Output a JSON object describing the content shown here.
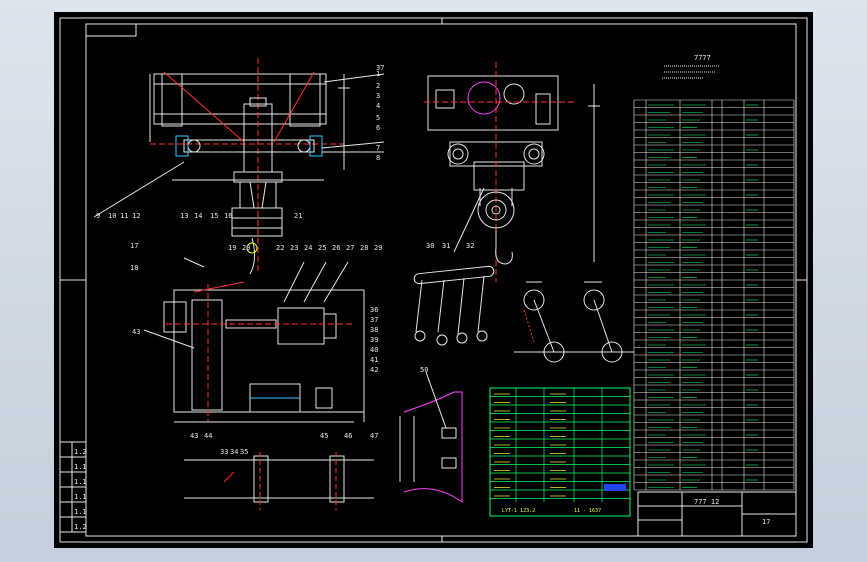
{
  "drawing": {
    "top_view_labels": [
      "37",
      "1",
      "2",
      "3",
      "4",
      "5",
      "6",
      "7",
      "8"
    ],
    "left_view_labels": [
      "9",
      "10",
      "11",
      "12",
      "13",
      "14",
      "15",
      "16",
      "21"
    ],
    "right_view_labels": [
      "30",
      "31",
      "32"
    ],
    "lower_view_labels": [
      "17",
      "18",
      "19",
      "20",
      "22",
      "23",
      "24",
      "25",
      "26",
      "27",
      "28",
      "29"
    ],
    "lower_side_labels": [
      "36",
      "37",
      "38",
      "39",
      "40",
      "41",
      "42",
      "43",
      "44",
      "45",
      "46",
      "47"
    ],
    "bottom_labels": [
      "33",
      "34",
      "35"
    ],
    "detail_label": "50",
    "left_block_label": "43",
    "note_symbols": "7777",
    "title_block": {
      "footer_left": "LYT-1  123.2",
      "footer_right": "11 - 1637",
      "drawing_title": "777 12",
      "sheet_no": "17"
    },
    "left_strip_rows": [
      "1.2",
      "1.1",
      "1.1",
      "1.1",
      "1.1",
      "1.2"
    ],
    "colors": {
      "line_white": "#e8e8e8",
      "line_red": "#ff3030",
      "line_yellow": "#ffff33",
      "line_green": "#00ff66",
      "line_magenta": "#ff40ff",
      "line_cyan": "#33ccff",
      "background": "#000000"
    }
  }
}
